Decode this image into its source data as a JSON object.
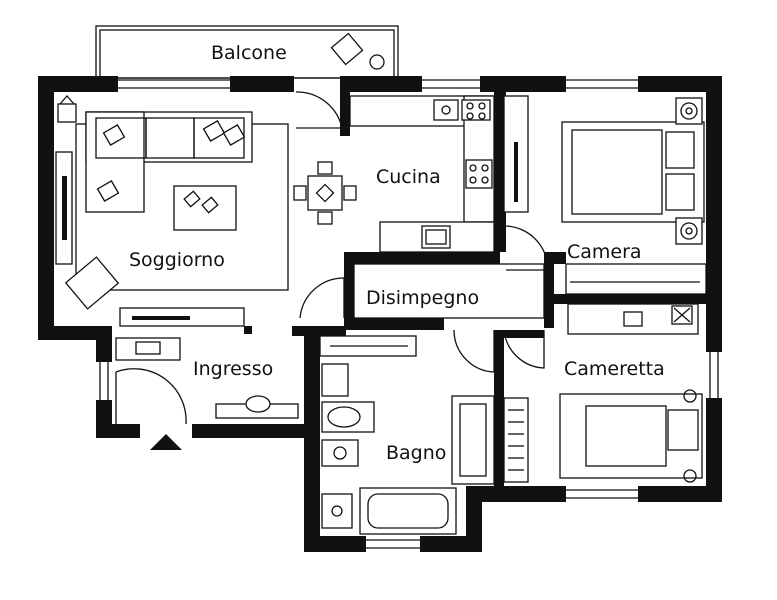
{
  "floorplan": {
    "rooms": {
      "balcone": "Balcone",
      "soggiorno": "Soggiorno",
      "cucina": "Cucina",
      "camera": "Camera",
      "disimpegno": "Disimpegno",
      "ingresso": "Ingresso",
      "cameretta": "Cameretta",
      "bagno": "Bagno"
    }
  }
}
